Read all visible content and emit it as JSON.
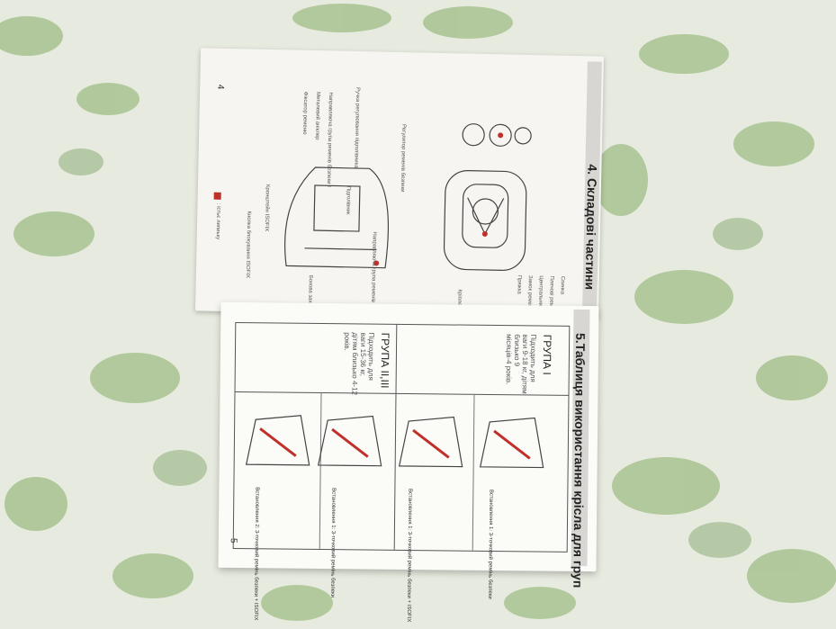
{
  "left_page": {
    "section_title": "4. Складові частини",
    "page_number": "4",
    "labels": [
      "Ручка регулювання підголівника",
      "Направляюча група ременів безпеки І",
      "Металевий аніклер",
      "Фіксатор ременю",
      "Підголівник",
      "Направляюча група ременів безпеки",
      "Бокова захисна",
      "Кнопка блокування ISOFIX",
      "Кронштейн ISOFIX",
      "Регулятор ременів безпеки",
      "Спинка",
      "Плечові ремені",
      "Центральний ремінь",
      "Замок ременя",
      "Пряжка",
      "Кріплення ISOFIX"
    ],
    "legend_note": ": істьє липиьку"
  },
  "right_page": {
    "section_title": "5.Таблиця використання крісла для груп",
    "page_number": "5",
    "group1": {
      "name": "ГРУПА І",
      "desc": "Підходить для ваги 9-18 кг, дітям близько 9 місяців-4 років."
    },
    "group23": {
      "name": "ГРУПА ІІ,ІІІ",
      "desc": "Підходить для ваги 15-36 кг, дітям близько 4-12 років."
    },
    "install_labels": [
      "Встановлення 1: 3-точковий ремінь безпеки",
      "Встановлення 1: 3-точковий ремінь безпеки + ISOFIX",
      "Встановлення 1: 3-точковий ремінь безпеки",
      "Встановлення 2: 3-точковий ремінь безпеки + ISOFIX"
    ]
  },
  "colors": {
    "blanket": "#e9ece1",
    "blanket_green": "#7da35c",
    "accent_red": "#c0302b",
    "header_grey": "#d7d6d2"
  }
}
